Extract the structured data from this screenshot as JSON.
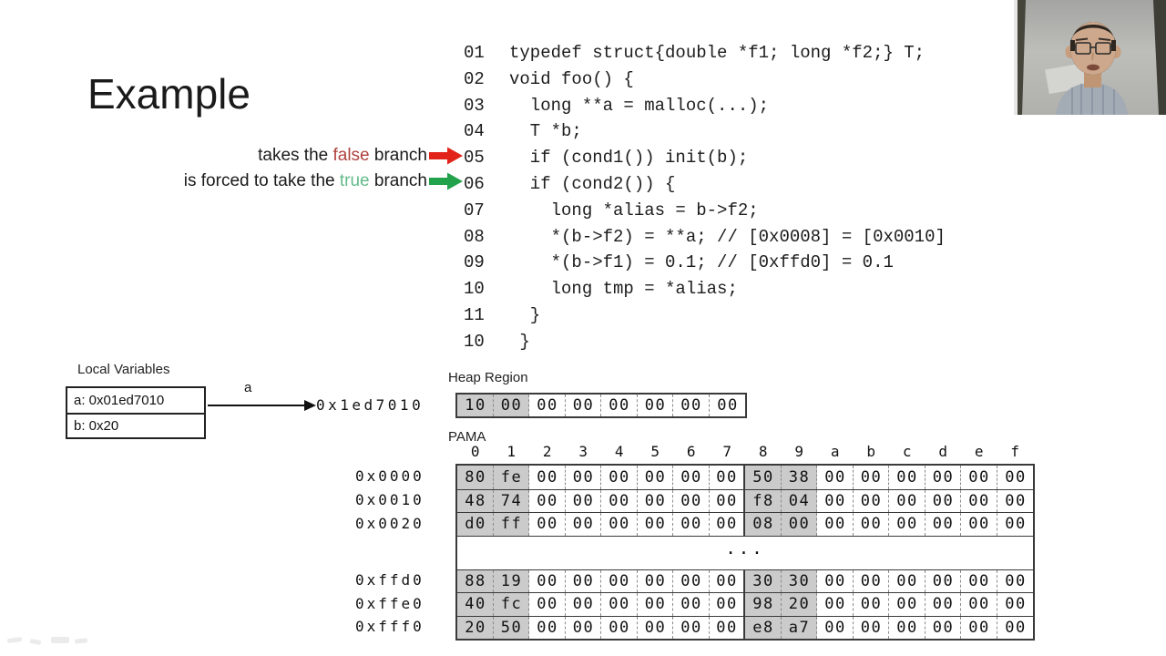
{
  "slide": {
    "title": "Example"
  },
  "annotations": [
    {
      "prefix": "takes the ",
      "word": "false",
      "suffix": " branch",
      "word_color": "#b0423e",
      "arrow_color": "#e2231a"
    },
    {
      "prefix": "is forced to take the ",
      "word": "true",
      "suffix": " branch",
      "word_color": "#63bb8b",
      "arrow_color": "#21a24b"
    }
  ],
  "code": {
    "lines": [
      {
        "num": "01",
        "text": "typedef struct{double *f1; long *f2;} T;"
      },
      {
        "num": "02",
        "text": "void foo() {"
      },
      {
        "num": "03",
        "text": "  long **a = malloc(...);"
      },
      {
        "num": "04",
        "text": "  T *b;"
      },
      {
        "num": "05",
        "text": "  if (cond1()) init(b);"
      },
      {
        "num": "06",
        "text": "  if (cond2()) {"
      },
      {
        "num": "07",
        "text": "    long *alias = b->f2;"
      },
      {
        "num": "08",
        "text": "    *(b->f2) = **a; // [0x0008] = [0x0010]"
      },
      {
        "num": "09",
        "text": "    *(b->f1) = 0.1; // [0xffd0] = 0.1"
      },
      {
        "num": "10",
        "text": "    long tmp = *alias;"
      },
      {
        "num": "11",
        "text": "  }"
      },
      {
        "num": "10",
        "text": " }"
      }
    ]
  },
  "local_variables": {
    "title": "Local Variables",
    "rows": [
      "a: 0x01ed7010",
      "b: 0x20"
    ],
    "pointer_label": "a",
    "pointer_target": "0x1ed7010"
  },
  "heap": {
    "title": "Heap Region",
    "bytes": [
      "10",
      "00",
      "00",
      "00",
      "00",
      "00",
      "00",
      "00"
    ],
    "highlight": [
      0,
      1
    ]
  },
  "pama": {
    "title": "PAMA",
    "columns": [
      "0",
      "1",
      "2",
      "3",
      "4",
      "5",
      "6",
      "7",
      "8",
      "9",
      "a",
      "b",
      "c",
      "d",
      "e",
      "f"
    ],
    "rows": [
      {
        "label": "0x0000",
        "bytes": [
          "80",
          "fe",
          "00",
          "00",
          "00",
          "00",
          "00",
          "00",
          "50",
          "38",
          "00",
          "00",
          "00",
          "00",
          "00",
          "00"
        ],
        "highlight": [
          0,
          1,
          8,
          9
        ]
      },
      {
        "label": "0x0010",
        "bytes": [
          "48",
          "74",
          "00",
          "00",
          "00",
          "00",
          "00",
          "00",
          "f8",
          "04",
          "00",
          "00",
          "00",
          "00",
          "00",
          "00"
        ],
        "highlight": [
          0,
          1,
          8,
          9
        ]
      },
      {
        "label": "0x0020",
        "bytes": [
          "d0",
          "ff",
          "00",
          "00",
          "00",
          "00",
          "00",
          "00",
          "08",
          "00",
          "00",
          "00",
          "00",
          "00",
          "00",
          "00"
        ],
        "highlight": [
          0,
          1,
          8,
          9
        ]
      },
      {
        "ellipsis": "..."
      },
      {
        "label": "0xffd0",
        "bytes": [
          "88",
          "19",
          "00",
          "00",
          "00",
          "00",
          "00",
          "00",
          "30",
          "30",
          "00",
          "00",
          "00",
          "00",
          "00",
          "00"
        ],
        "highlight": [
          0,
          1,
          8,
          9
        ]
      },
      {
        "label": "0xffe0",
        "bytes": [
          "40",
          "fc",
          "00",
          "00",
          "00",
          "00",
          "00",
          "00",
          "98",
          "20",
          "00",
          "00",
          "00",
          "00",
          "00",
          "00"
        ],
        "highlight": [
          0,
          1,
          8,
          9
        ]
      },
      {
        "label": "0xfff0",
        "bytes": [
          "20",
          "50",
          "00",
          "00",
          "00",
          "00",
          "00",
          "00",
          "e8",
          "a7",
          "00",
          "00",
          "00",
          "00",
          "00",
          "00"
        ],
        "highlight": [
          0,
          1,
          8,
          9
        ]
      }
    ]
  },
  "webcam": {
    "alt": "presenter video"
  },
  "colors": {
    "highlight": "#cbcbcb",
    "table_border": "#3a3a3a",
    "red_arrow": "#e2231a",
    "green_arrow": "#21a24b"
  }
}
